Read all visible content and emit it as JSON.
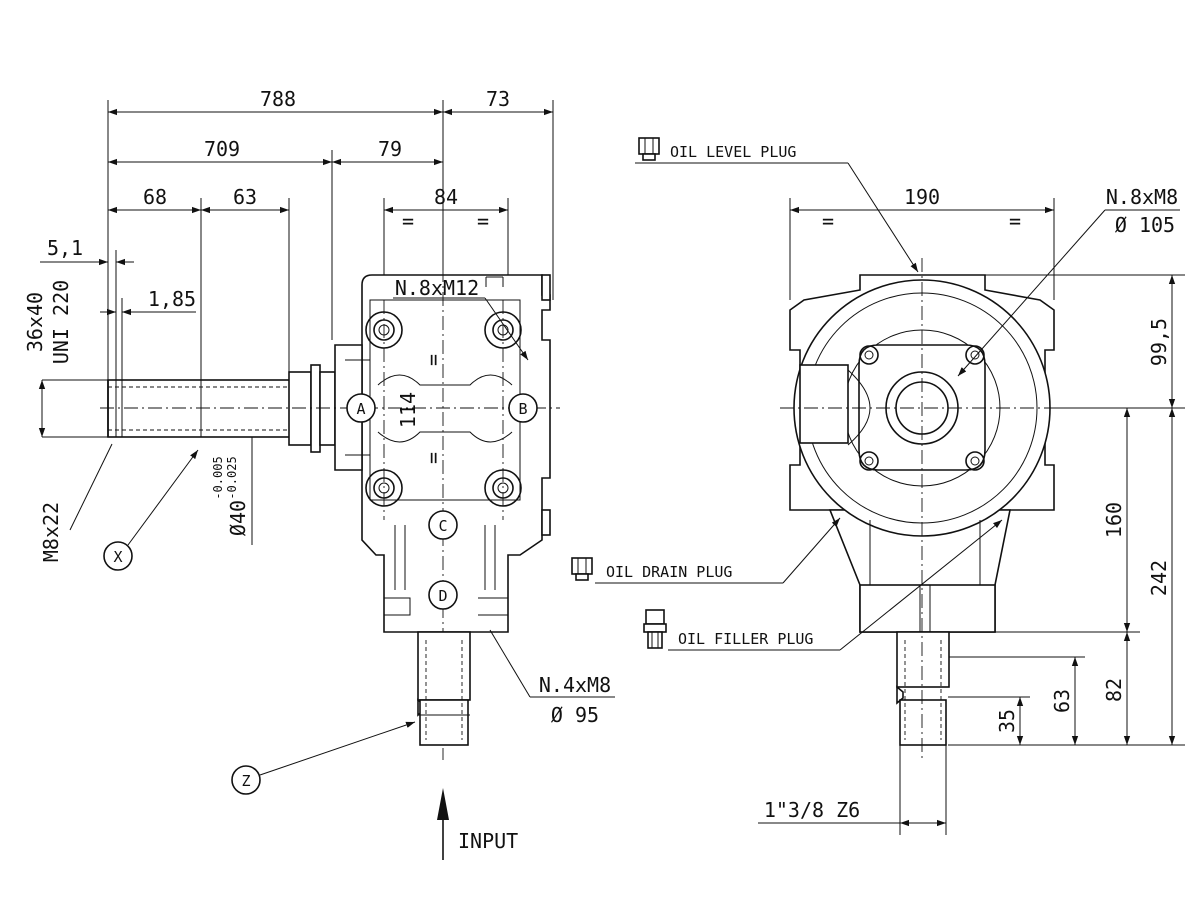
{
  "dimensions": {
    "d788": "788",
    "d73": "73",
    "d709": "709",
    "d79": "79",
    "d84": "84",
    "d68": "68",
    "d63_top": "63",
    "d5_1": "5,1",
    "d1_85": "1,85",
    "key_size": "36x40",
    "key_std": "UNI 220",
    "m8x22": "M8x22",
    "tol_upper": "-0.005",
    "tol_lower": "-0.025",
    "shaft_dia": "Ø40",
    "d114": "114",
    "holes_m12": "N.8xM12",
    "holes_m8_bottom": "N.4xM8",
    "dia95": "Ø 95",
    "d190": "190",
    "holes_m8_front": "N.8xM8",
    "dia105": "Ø 105",
    "d99_5": "99,5",
    "d160": "160",
    "d242": "242",
    "d82": "82",
    "d63_right": "63",
    "d35": "35",
    "spline": "1\"3/8 Z6",
    "equal": "="
  },
  "markers": {
    "a": "A",
    "b": "B",
    "c": "C",
    "d": "D",
    "x": "X",
    "z": "Z"
  },
  "labels": {
    "oil_level": "OIL LEVEL PLUG",
    "oil_drain": "OIL DRAIN PLUG",
    "oil_filler": "OIL FILLER PLUG",
    "input": "INPUT"
  }
}
